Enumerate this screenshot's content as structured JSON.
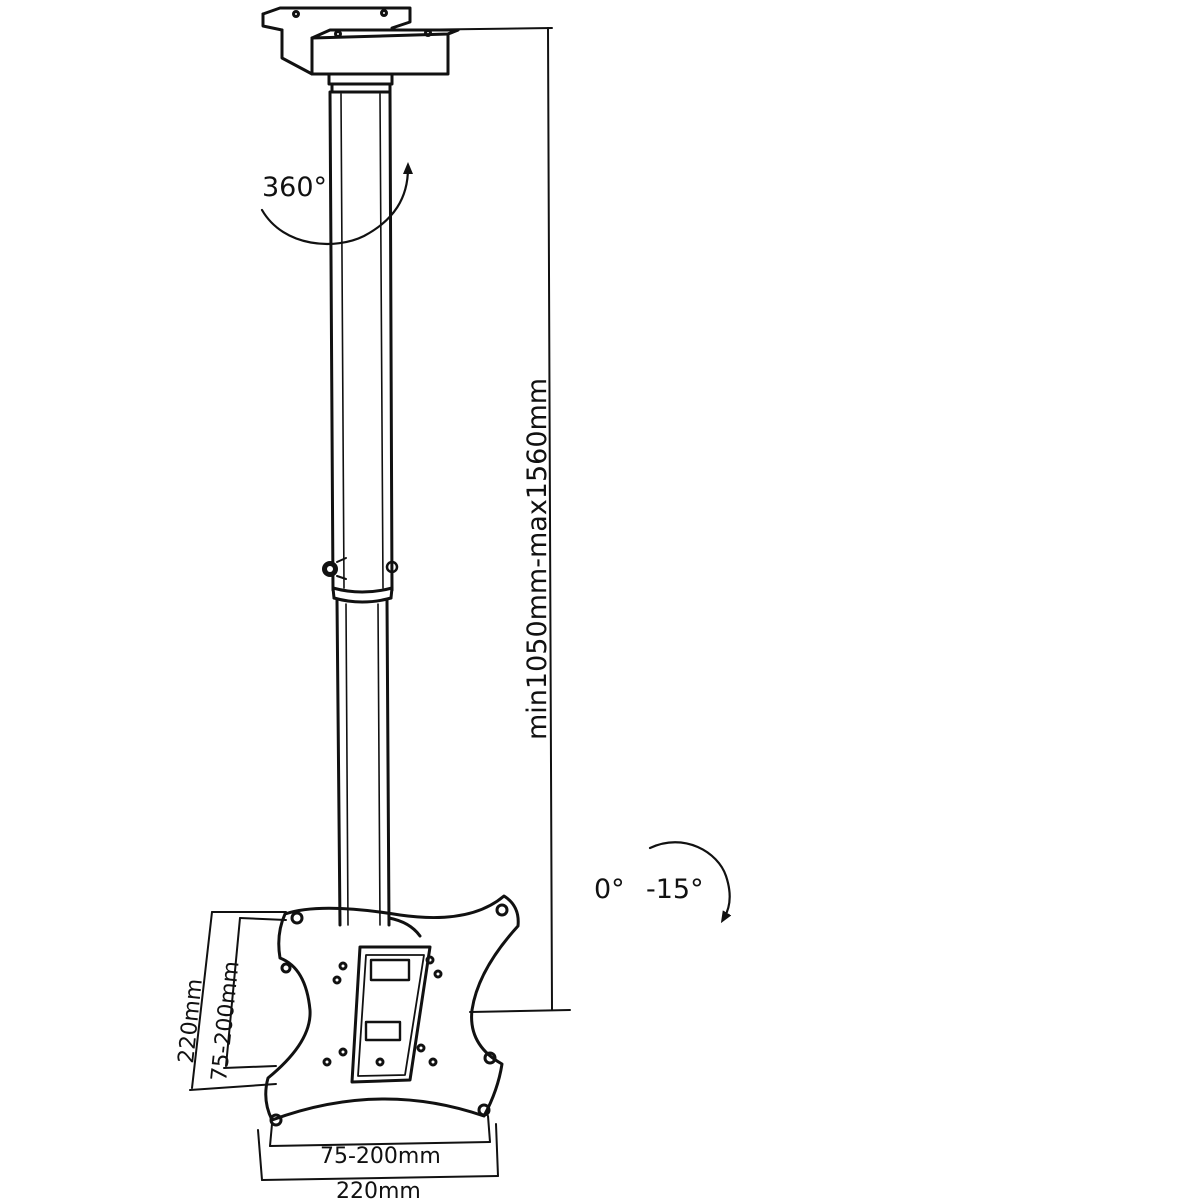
{
  "labels": {
    "rotation": "360°",
    "height_range": "min1050mm-max1560mm",
    "tilt_start": "0°",
    "tilt_end": "-15°",
    "plate_outer_height": "220mm",
    "plate_vesa_height": "75-200mm",
    "plate_vesa_width": "75-200mm",
    "plate_outer_width": "220mm"
  },
  "colors": {
    "ink": "#111111",
    "background": "#ffffff"
  }
}
